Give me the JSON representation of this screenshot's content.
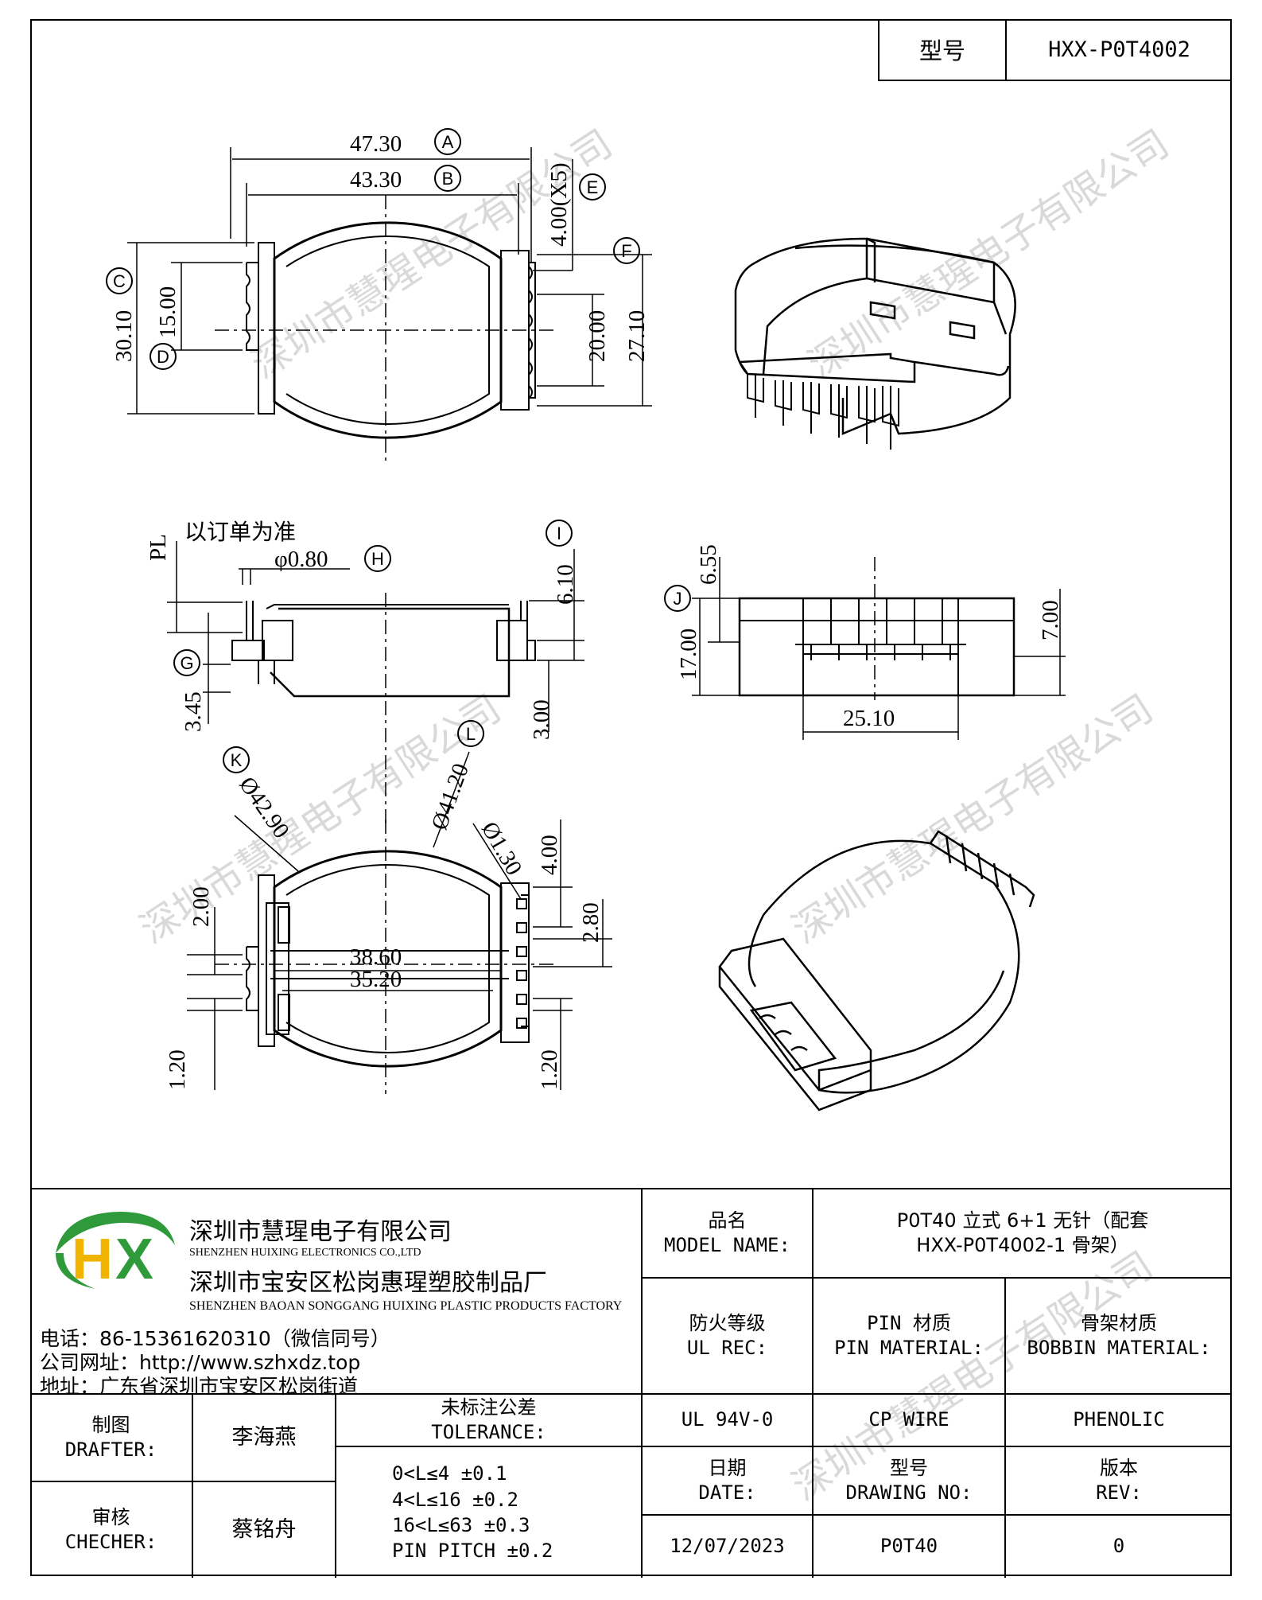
{
  "header": {
    "model_label": "型号",
    "model_value": "HXX-P0T4002"
  },
  "watermark": "深圳市慧瑆电子有限公司",
  "drawing": {
    "top_view": {
      "dims": [
        "47.30",
        "43.30",
        "4.00(X5)",
        "30.10",
        "15.00",
        "20.00",
        "27.10"
      ],
      "callouts": [
        "A",
        "B",
        "E",
        "C",
        "D",
        "F"
      ]
    },
    "side_view": {
      "note": "以订单为准",
      "pl": "PL",
      "pin_dia": "φ0.80",
      "dims": [
        "6.10",
        "3.45",
        "3.00"
      ],
      "callouts": [
        "H",
        "I",
        "G"
      ]
    },
    "front_view": {
      "dims": [
        "6.55",
        "17.00",
        "7.00",
        "25.10"
      ],
      "callouts": [
        "J"
      ]
    },
    "bottom_view": {
      "dims": [
        "Ø42.90",
        "Ø41.20",
        "Ø1.30",
        "4.00",
        "2.80",
        "2.00",
        "38.60",
        "35.20",
        "1.20",
        "1.20"
      ],
      "callouts": [
        "K",
        "L"
      ]
    }
  },
  "company": {
    "name_cn": "深圳市慧瑆电子有限公司",
    "name_en": "SHENZHEN HUIXING ELECTRONICS CO.,LTD",
    "factory_cn": "深圳市宝安区松岗惠瑆塑胶制品厂",
    "factory_en": "SHENZHEN BAOAN SONGGANG HUIXING PLASTIC PRODUCTS FACTORY",
    "phone": "电话：86-15361620310（微信同号）",
    "website": "公司网址：http://www.szhxdz.top",
    "address": "地址：广东省深圳市宝安区松岗街道",
    "logo_letters": "HX"
  },
  "title_block": {
    "model_name_cn": "品名",
    "model_name_en": "MODEL NAME:",
    "model_name_value_1": "P0T40 立式 6+1 无针（配套",
    "model_name_value_2": "HXX-P0T4002-1 骨架）",
    "ul_cn": "防火等级",
    "ul_en": "UL REC:",
    "pin_cn": "PIN 材质",
    "pin_en": "PIN MATERIAL:",
    "bobbin_cn": "骨架材质",
    "bobbin_en": "BOBBIN MATERIAL:",
    "ul_value": "UL 94V-0",
    "pin_value": "CP WIRE",
    "bobbin_value": "PHENOLIC",
    "drafter_cn": "制图",
    "drafter_en": "DRAFTER:",
    "drafter_name": "李海燕",
    "checker_cn": "审核",
    "checker_en": "CHECHER:",
    "checker_name": "蔡铭舟",
    "tolerance_cn": "未标注公差",
    "tolerance_en": "TOLERANCE:",
    "tolerance_rows": [
      "0<L≤4  ±0.1",
      "4<L≤16 ±0.2",
      "16<L≤63 ±0.3",
      "PIN PITCH ±0.2"
    ],
    "date_cn": "日期",
    "date_en": "DATE:",
    "drawing_no_cn": "型号",
    "drawing_no_en": "DRAWING NO:",
    "rev_cn": "版本",
    "rev_en": "REV:",
    "date_value": "12/07/2023",
    "drawing_no_value": "P0T40",
    "rev_value": "0"
  }
}
